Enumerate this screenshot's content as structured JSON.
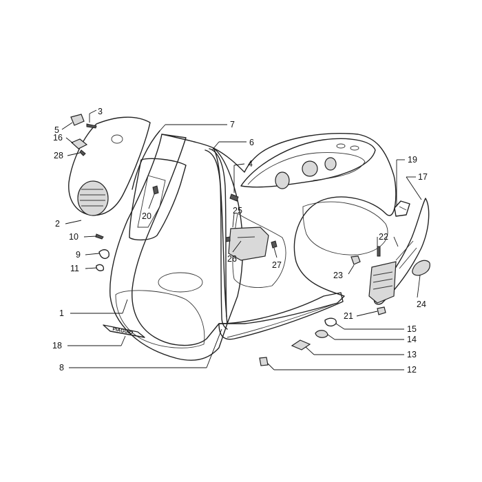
{
  "callouts": [
    {
      "id": "1",
      "label": "1"
    },
    {
      "id": "2",
      "label": "2"
    },
    {
      "id": "3",
      "label": "3"
    },
    {
      "id": "4",
      "label": "4"
    },
    {
      "id": "5",
      "label": "5"
    },
    {
      "id": "6",
      "label": "6"
    },
    {
      "id": "7",
      "label": "7"
    },
    {
      "id": "8",
      "label": "8"
    },
    {
      "id": "9",
      "label": "9"
    },
    {
      "id": "10",
      "label": "10"
    },
    {
      "id": "11",
      "label": "11"
    },
    {
      "id": "12",
      "label": "12"
    },
    {
      "id": "13",
      "label": "13"
    },
    {
      "id": "14",
      "label": "14"
    },
    {
      "id": "15",
      "label": "15"
    },
    {
      "id": "16",
      "label": "16"
    },
    {
      "id": "17",
      "label": "17"
    },
    {
      "id": "18",
      "label": "18"
    },
    {
      "id": "19",
      "label": "19"
    },
    {
      "id": "20",
      "label": "20"
    },
    {
      "id": "21",
      "label": "21"
    },
    {
      "id": "22",
      "label": "22"
    },
    {
      "id": "23",
      "label": "23"
    },
    {
      "id": "24",
      "label": "24"
    },
    {
      "id": "25",
      "label": "25"
    },
    {
      "id": "26",
      "label": "26"
    },
    {
      "id": "27",
      "label": "27"
    },
    {
      "id": "28",
      "label": "28"
    }
  ],
  "badge_text": "PIAGGIO"
}
